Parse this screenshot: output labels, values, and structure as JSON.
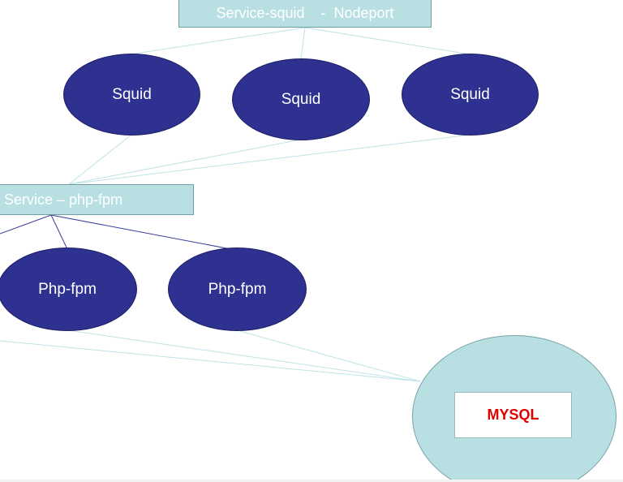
{
  "services": {
    "squid_label": "Service-squid    -  Nodeport",
    "php_label": "Service – php-fpm"
  },
  "squid_nodes": [
    "Squid",
    "Squid",
    "Squid"
  ],
  "php_nodes": [
    "Php-fpm",
    "Php-fpm"
  ],
  "database": {
    "label": "MYSQL"
  },
  "colors": {
    "node_fill": "#2e318f",
    "service_fill": "#b8dfe2",
    "database_label": "#e00000"
  }
}
